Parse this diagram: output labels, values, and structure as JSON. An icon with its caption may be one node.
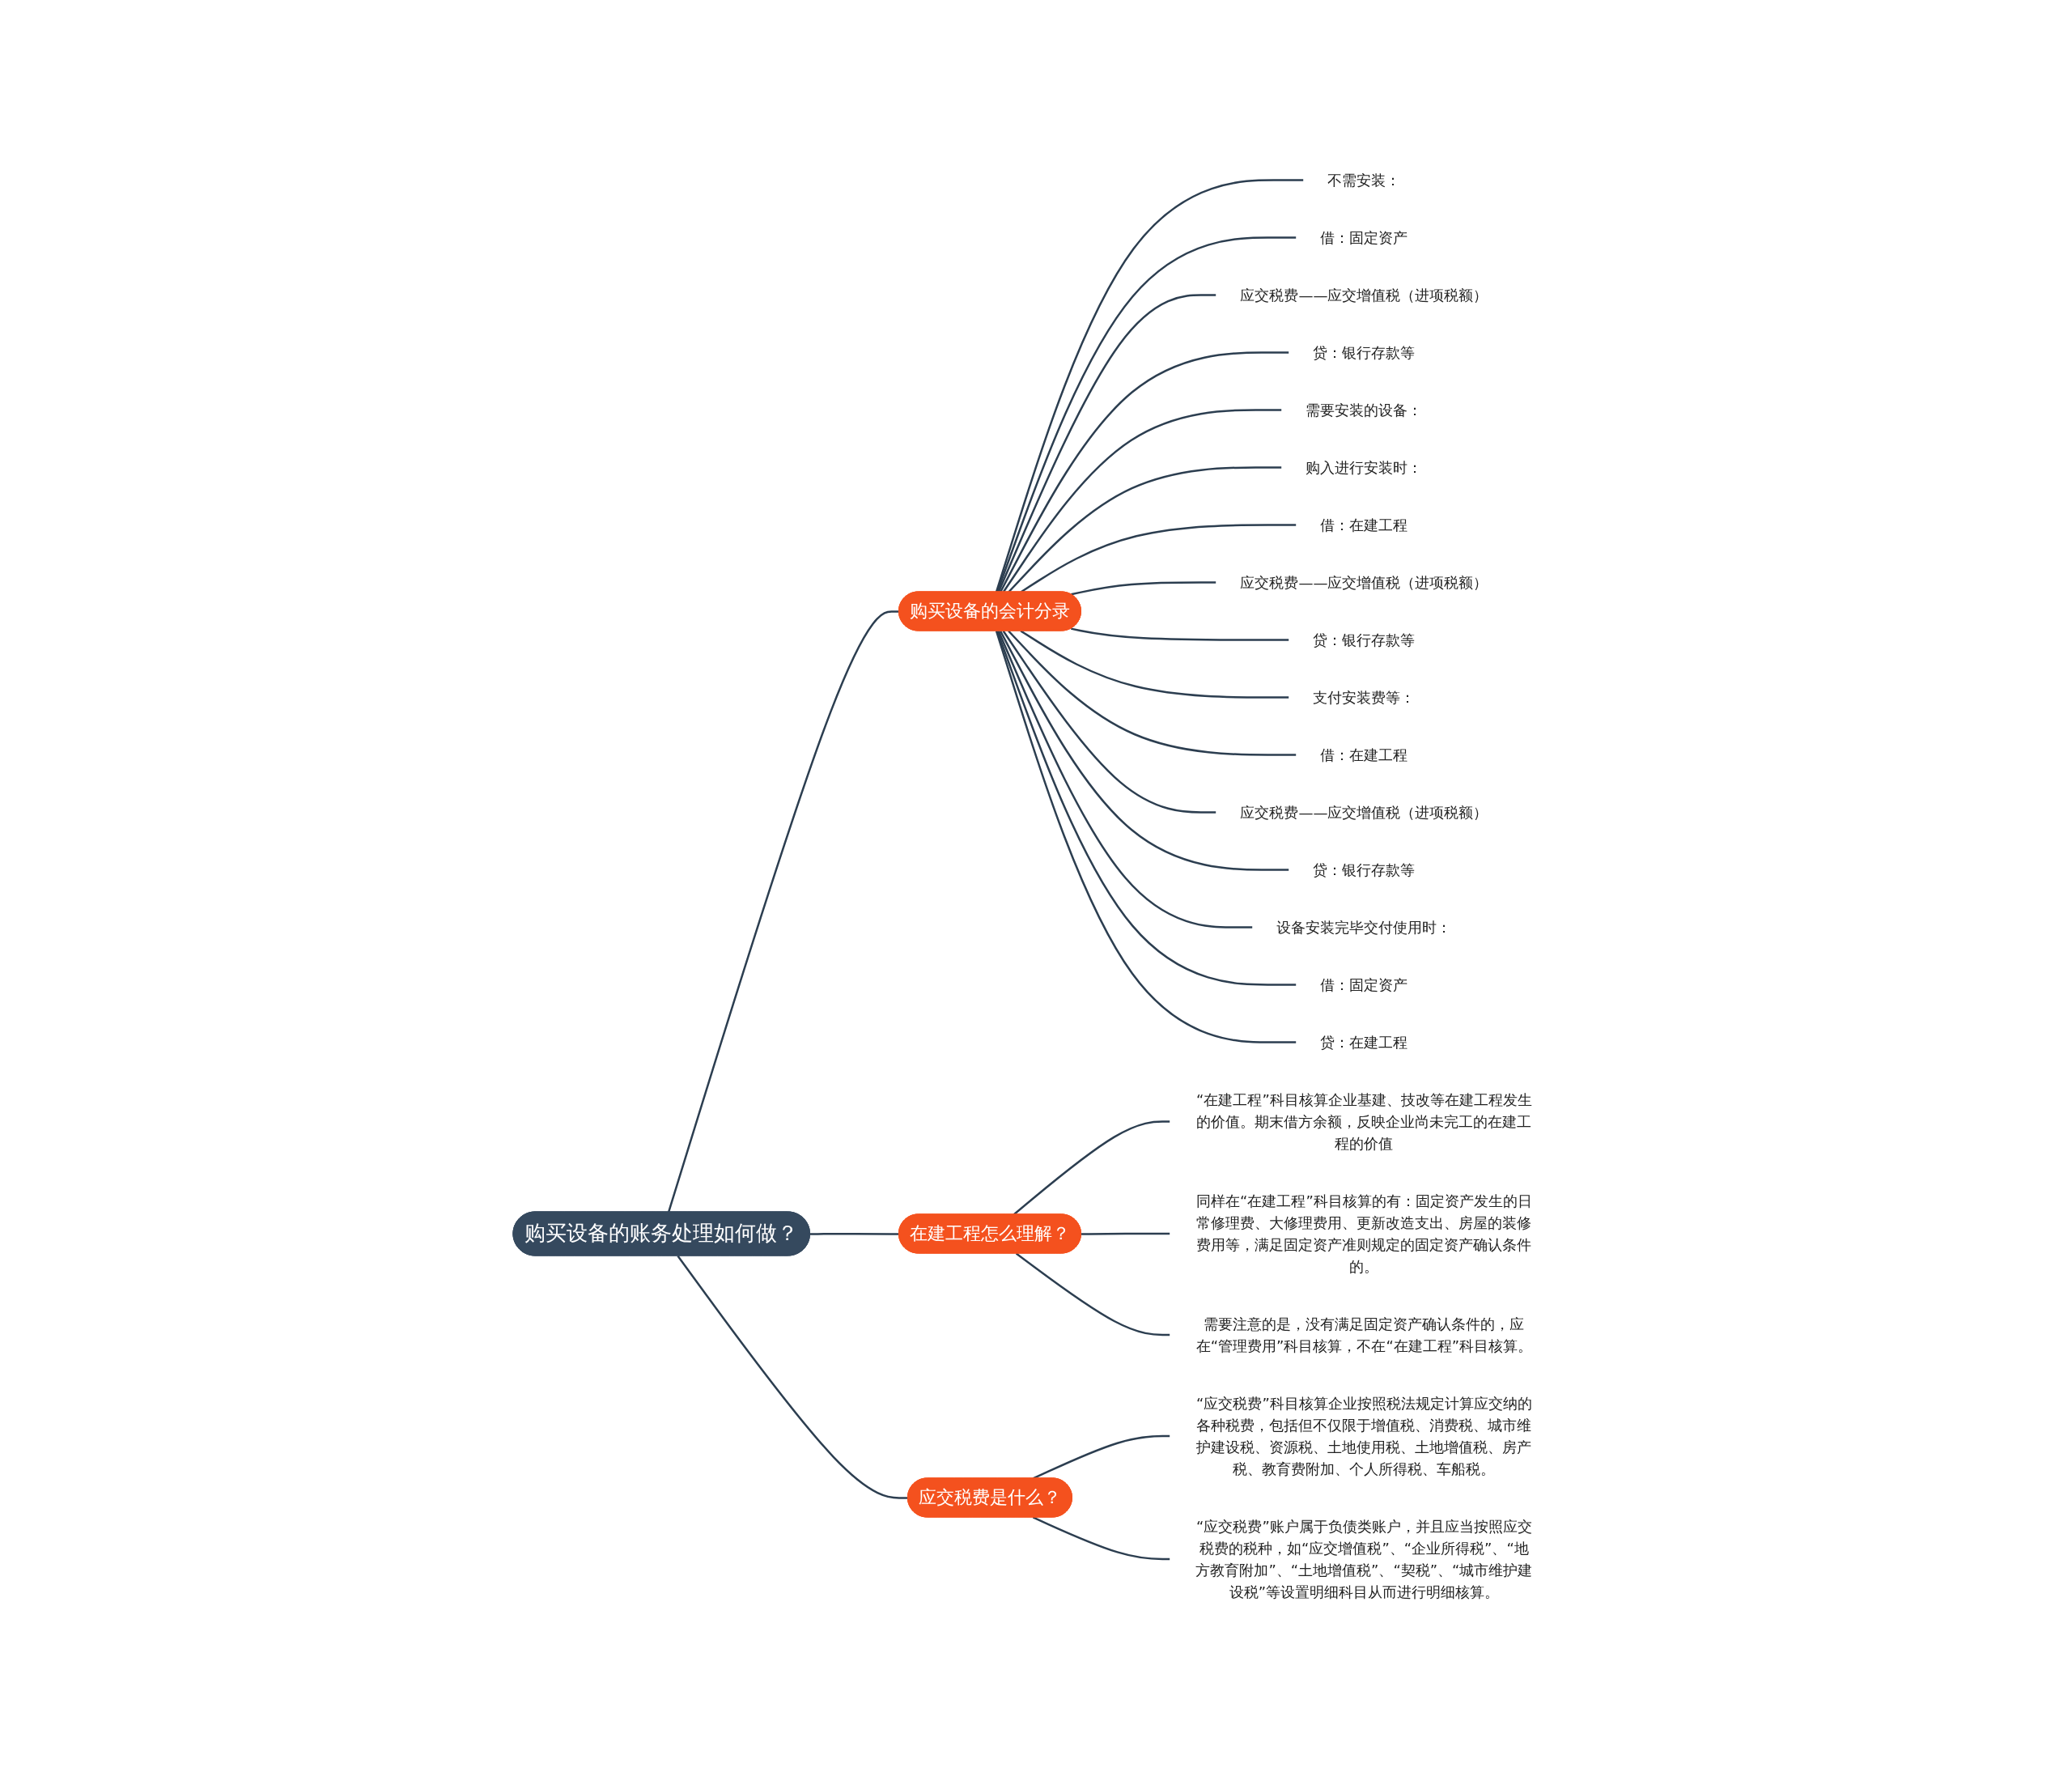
{
  "diagram": {
    "nodes": [
      {
        "text": [
          "购买设备的账务处理如何做？"
        ]
      },
      {
        "text": [
          "购买设备的会计分录"
        ]
      },
      {
        "text": [
          "不需安装："
        ]
      },
      {
        "text": [
          "借：固定资产"
        ]
      },
      {
        "text": [
          "应交税费——应交增值税（进项税额）"
        ]
      },
      {
        "text": [
          "贷：银行存款等"
        ]
      },
      {
        "text": [
          "需要安装的设备："
        ]
      },
      {
        "text": [
          "购入进行安装时："
        ]
      },
      {
        "text": [
          "借：在建工程"
        ]
      },
      {
        "text": [
          "应交税费——应交增值税（进项税额）"
        ]
      },
      {
        "text": [
          "贷：银行存款等"
        ]
      },
      {
        "text": [
          "支付安装费等："
        ]
      },
      {
        "text": [
          "借：在建工程"
        ]
      },
      {
        "text": [
          "应交税费——应交增值税（进项税额）"
        ]
      },
      {
        "text": [
          "贷：银行存款等"
        ]
      },
      {
        "text": [
          "设备安装完毕交付使用时："
        ]
      },
      {
        "text": [
          "借：固定资产"
        ]
      },
      {
        "text": [
          "贷：在建工程"
        ]
      },
      {
        "text": [
          "在建工程怎么理解？"
        ]
      },
      {
        "text": [
          "“在建工程”科目核算企业基建、技改等在建工程发生的价值。期末借方余额，反映企业尚未完工的在建工程的价值"
        ]
      },
      {
        "text": [
          "同样在“在建工程”科目核算的有：固定资产发生的日常修理费、大修理费用、更新改造支出、房屋的装修费用等，满足固定资产准则规定的固定资产确认条件的。"
        ]
      },
      {
        "text": [
          "需要注意的是，没有满足固定资产确认条件的，应在“管理费用”科目核算，不在“在建工程”科目核算。"
        ]
      },
      {
        "text": [
          "应交税费是什么？"
        ]
      },
      {
        "text": [
          "“应交税费”科目核算企业按照税法规定计算应交纳的各种税费，包括但不仅限于增值税、消费税、城市维护建设税、资源税、土地使用税、土地增值税、房产税、教育费附加、个人所得税、车船税。"
        ]
      },
      {
        "text": [
          "“应交税费”账户属于负债类账户，并且应当按照应交税费的税种，如“应交增值税”、“企业所得税”、“地方教育附加”、“土地增值税”、“契税”、“城市维护建设税”等设置明细科目从而进行明细核算。"
        ]
      }
    ],
    "edges": [
      {
        "from": 0,
        "to": 1,
        "arrow": "none"
      },
      {
        "from": 1,
        "to": 2,
        "arrow": "none"
      },
      {
        "from": 1,
        "to": 3,
        "arrow": "none"
      },
      {
        "from": 1,
        "to": 4,
        "arrow": "none"
      },
      {
        "from": 1,
        "to": 5,
        "arrow": "none"
      },
      {
        "from": 1,
        "to": 6,
        "arrow": "none"
      },
      {
        "from": 1,
        "to": 7,
        "arrow": "none"
      },
      {
        "from": 1,
        "to": 8,
        "arrow": "none"
      },
      {
        "from": 1,
        "to": 9,
        "arrow": "none"
      },
      {
        "from": 1,
        "to": 10,
        "arrow": "none"
      },
      {
        "from": 1,
        "to": 11,
        "arrow": "none"
      },
      {
        "from": 1,
        "to": 12,
        "arrow": "none"
      },
      {
        "from": 1,
        "to": 13,
        "arrow": "none"
      },
      {
        "from": 1,
        "to": 14,
        "arrow": "none"
      },
      {
        "from": 1,
        "to": 15,
        "arrow": "none"
      },
      {
        "from": 1,
        "to": 16,
        "arrow": "none"
      },
      {
        "from": 1,
        "to": 17,
        "arrow": "none"
      },
      {
        "from": 0,
        "to": 18,
        "arrow": "none"
      },
      {
        "from": 18,
        "to": 19,
        "arrow": "none"
      },
      {
        "from": 18,
        "to": 20,
        "arrow": "none"
      },
      {
        "from": 18,
        "to": 21,
        "arrow": "none"
      },
      {
        "from": 0,
        "to": 22,
        "arrow": "none"
      },
      {
        "from": 22,
        "to": 23,
        "arrow": "none"
      },
      {
        "from": 22,
        "to": 24,
        "arrow": "none"
      }
    ]
  }
}
